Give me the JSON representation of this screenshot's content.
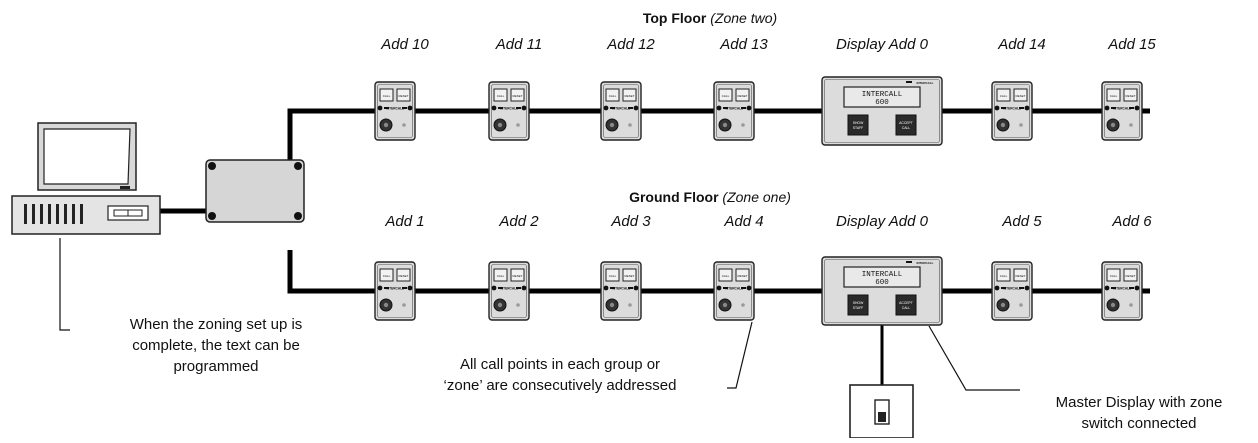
{
  "top_floor": {
    "title": "Top Floor",
    "zone": "(Zone two)",
    "addresses": [
      "Add 10",
      "Add 11",
      "Add 12",
      "Add 13",
      "Display Add 0",
      "Add 14",
      "Add 15"
    ]
  },
  "ground_floor": {
    "title": "Ground Floor",
    "zone": "(Zone one)",
    "addresses": [
      "Add 1",
      "Add 2",
      "Add 3",
      "Add 4",
      "Display Add 0",
      "Add 5",
      "Add 6"
    ]
  },
  "call_point": {
    "button_call": "CALL",
    "button_reset": "RESET",
    "brand": "INTERCALL"
  },
  "display_unit": {
    "screen_line1": "INTERCALL",
    "screen_line2": "600",
    "brand": "INTERCALL",
    "button_left_line1": "SHOW",
    "button_left_line2": "STAFF",
    "button_right_line1": "ACCEPT",
    "button_right_line2": "CALL"
  },
  "notes": {
    "pc_note_lines": [
      "When the zoning set up is",
      "complete, the text can be",
      "programmed"
    ],
    "zone_note_lines": [
      "All call points in each group or",
      "‘zone’ are consecutively addressed"
    ],
    "master_note_lines": [
      "Master Display with zone",
      "switch connected"
    ]
  },
  "icons": [
    "computer-icon",
    "junction-box-icon",
    "call-point-icon",
    "display-unit-icon",
    "zone-switch-icon"
  ]
}
